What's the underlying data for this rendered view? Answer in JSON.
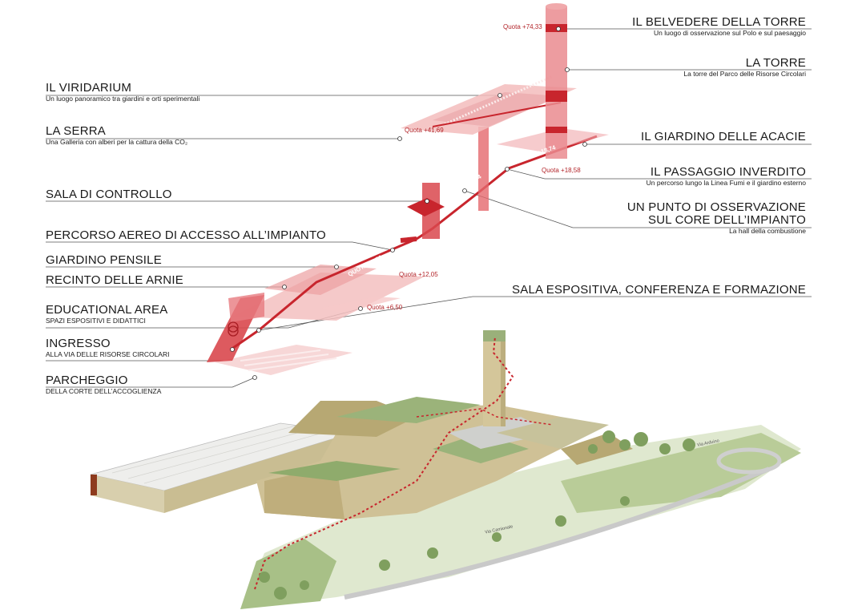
{
  "left_labels": [
    {
      "title": "IL VIRIDARIUM",
      "sub": "Un luogo panoramico tra giardini e orti sperimentali"
    },
    {
      "title": "LA SERRA",
      "sub": "Una Galleria con alberi per la cattura della CO₂"
    },
    {
      "title": "SALA DI CONTROLLO",
      "sub": ""
    },
    {
      "title": "PERCORSO AEREO DI ACCESSO ALL’IMPIANTO",
      "sub": ""
    },
    {
      "title": "GIARDINO PENSILE",
      "sub": ""
    },
    {
      "title": "RECINTO DELLE ARNIE",
      "sub": ""
    },
    {
      "title": "EDUCATIONAL AREA",
      "sub": "SPAZI ESPOSITIVI E DIDATTICI"
    },
    {
      "title": "INGRESSO",
      "sub": "ALLA VIA DELLE RISORSE CIRCOLARI"
    },
    {
      "title": "PARCHEGGIO",
      "sub": "DELLA CORTE DELL’ACCOGLIENZA"
    }
  ],
  "right_labels": [
    {
      "title": "IL BELVEDERE DELLA TORRE",
      "sub": "Un luogo di osservazione sul Polo e sul paesaggio"
    },
    {
      "title": "LA TORRE",
      "sub": "La torre del Parco delle Risorse Circolari"
    },
    {
      "title": "IL GIARDINO DELLE ACACIE",
      "sub": ""
    },
    {
      "title": "IL PASSAGGIO INVERDITO",
      "sub": "Un percorso lungo la Linea Fumi e il giardino esterno"
    },
    {
      "title": "UN PUNTO DI OSSERVAZIONE",
      "title2": "SUL CORE DELL’IMPIANTO",
      "sub": "La hall della combustione"
    },
    {
      "title": "SALA ESPOSITIVA, CONFERENZA E FORMAZIONE",
      "sub": ""
    }
  ],
  "elevations": {
    "q1": "Quota +74,33",
    "q2": "Quota +41,69",
    "q3": "Quota +18,58",
    "q4": "Quota +12,05",
    "q5": "Quota +6,50",
    "path1": "QUOTA +18,74",
    "path2": "QUOTA +18,74",
    "path3": "QUOTA +6,50"
  },
  "map_labels": {
    "road1": "Via Camionale",
    "road2": "Via Arduino"
  },
  "colors": {
    "accent": "#c8252d",
    "light_red": "#f3b7b7",
    "building": "#cfc196",
    "green": "#9bb37a"
  }
}
